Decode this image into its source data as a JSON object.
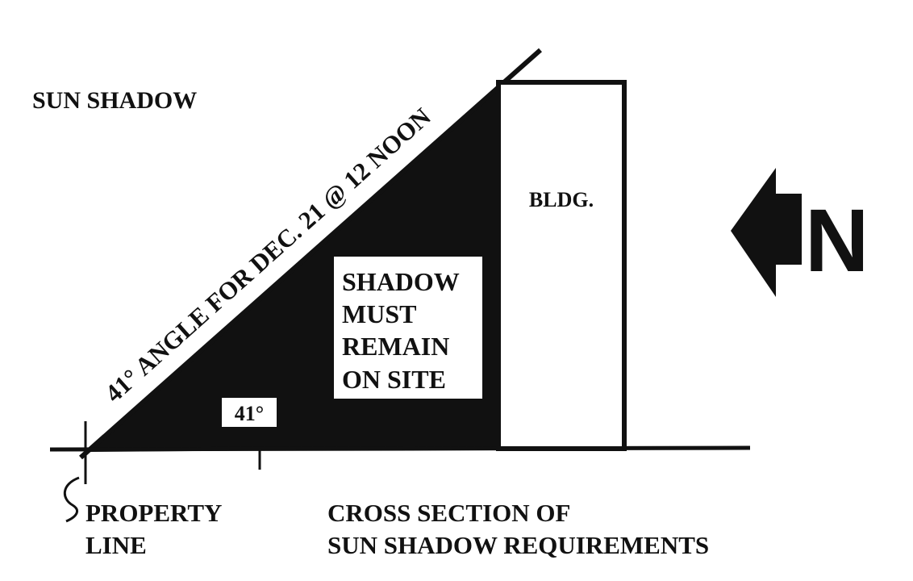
{
  "diagram": {
    "title": "SUN SHADOW",
    "angle_line_label": "41° ANGLE FOR DEC. 21 @ 12 NOON",
    "angle_value_label": "41°",
    "building_label": "BLDG.",
    "shadow_note": [
      "SHADOW",
      "MUST",
      "REMAIN",
      "ON SITE"
    ],
    "north_label": "N",
    "property_line_label": [
      "PROPERTY",
      "LINE"
    ],
    "caption": [
      "CROSS SECTION OF",
      "SUN SHADOW REQUIREMENTS"
    ],
    "sun_angle_degrees": 41,
    "colors": {
      "ink": "#111111",
      "paper": "#ffffff"
    },
    "icons": {
      "north_arrow": "arrow-left-icon"
    }
  }
}
